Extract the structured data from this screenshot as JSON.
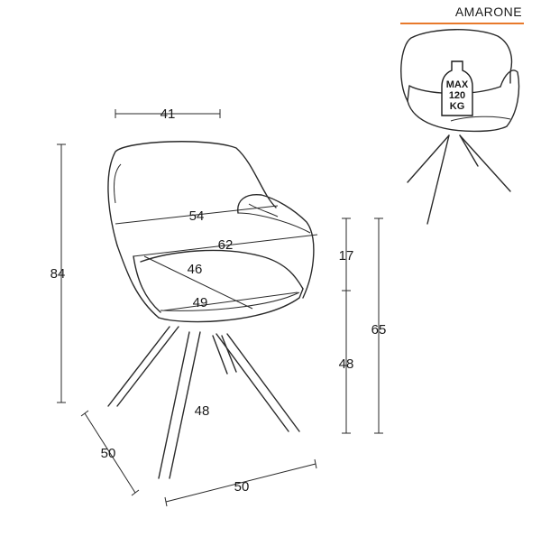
{
  "product": {
    "name": "AMARONE",
    "accent_color": "#e8792b",
    "load_badge": {
      "line1": "MAX",
      "line2": "120",
      "line3": "KG"
    }
  },
  "dimensions": {
    "top_width": "41",
    "overall_height": "84",
    "seat_back_width": "54",
    "overall_width": "62",
    "seat_depth": "46",
    "seat_front_width": "49",
    "armrest_above_seat": "17",
    "armrest_height": "65",
    "seat_height": "48",
    "leg_height": "48",
    "base_depth": "50",
    "base_width": "50"
  }
}
